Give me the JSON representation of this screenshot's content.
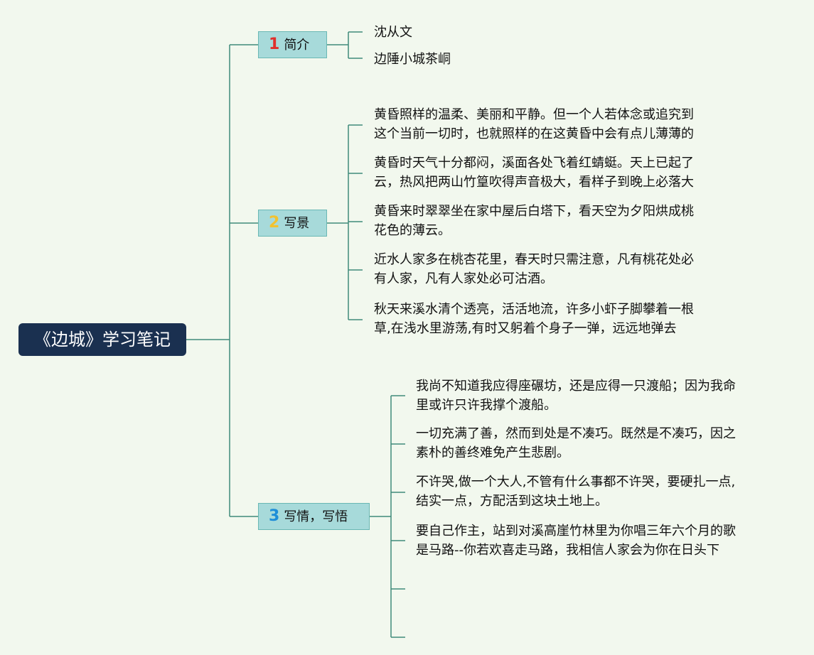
{
  "root": {
    "title": "《边城》学习笔记"
  },
  "branches": [
    {
      "num": "1",
      "label": "简介",
      "items": [
        [
          "沈从文"
        ],
        [
          "边陲小城茶峒"
        ]
      ]
    },
    {
      "num": "2",
      "label": "写景",
      "items": [
        [
          "黄昏照样的温柔、美丽和平静。但一个人若体念或追究到",
          "这个当前一切时，也就照样的在这黄昏中会有点儿薄薄的"
        ],
        [
          "黄昏时天气十分都闷，溪面各处飞着红蜻蜓。天上已起了",
          "云，热风把两山竹篁吹得声音极大，看样子到晚上必落大"
        ],
        [
          "黄昏来时翠翠坐在家中屋后白塔下，看天空为夕阳烘成桃",
          "花色的薄云。"
        ],
        [
          "近水人家多在桃杏花里，春天时只需注意，凡有桃花处必",
          "有人家，凡有人家处必可沽酒。"
        ],
        [
          "秋天来溪水清个透亮，活活地流，许多小虾子脚攀着一根",
          "草,在浅水里游荡,有时又躬着个身子一弹，远远地弹去"
        ]
      ]
    },
    {
      "num": "3",
      "label": "写情，写悟",
      "items": [
        [
          "我尚不知道我应得座碾坊，还是应得一只渡船；因为我命",
          "里或许只许我撑个渡船。"
        ],
        [
          "一切充满了善，然而到处是不凑巧。既然是不凑巧，因之",
          "素朴的善终难免产生悲剧。"
        ],
        [
          "不许哭,做一个大人,不管有什么事都不许哭，要硬扎一点,",
          "结实一点，方配活到这块土地上。"
        ],
        [
          "要自己作主，站到对溪高崖竹林里为你唱三年六个月的歌",
          "是马路--你若欢喜走马路，我相信人家会为你在日头下"
        ],
        [],
        []
      ]
    }
  ]
}
